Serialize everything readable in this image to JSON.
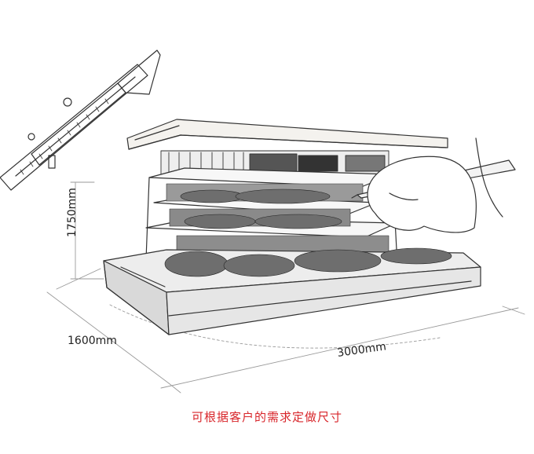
{
  "dimensions": {
    "height": "1750mm",
    "depth": "1600mm",
    "width": "3000mm"
  },
  "caption": "可根据客户的需求定做尺寸",
  "colors": {
    "caption": "#d8262b",
    "line": "#333333",
    "guide": "#9a9a9a"
  }
}
